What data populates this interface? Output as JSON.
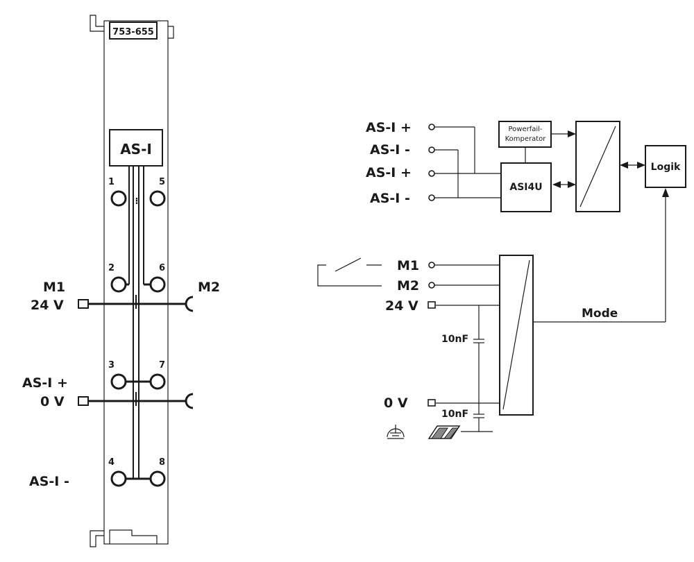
{
  "module": {
    "part_number": "753-655",
    "header_label": "AS-I",
    "pins": [
      "1",
      "2",
      "3",
      "4",
      "5",
      "6",
      "7",
      "8"
    ],
    "left_labels": {
      "m1": "M1",
      "v24": "24 V",
      "asi_plus": "AS-I +",
      "v0": "0 V",
      "asi_minus": "AS-I -"
    },
    "right_labels": {
      "m2": "M2"
    }
  },
  "schematic": {
    "inputs": [
      "AS-I +",
      "AS-I -",
      "AS-I +",
      "AS-I -"
    ],
    "blocks": {
      "powerfail": "Powerfail-Komperator",
      "powerfail_line1": "Powerfail-",
      "powerfail_line2": "Komperator",
      "asi4u": "ASI4U",
      "logik": "Logik"
    },
    "io_labels": {
      "m1": "M1",
      "m2": "M2",
      "v24": "24 V",
      "v0": "0 V"
    },
    "capacitors": [
      "10nF",
      "10nF"
    ],
    "mode_label": "Mode"
  }
}
